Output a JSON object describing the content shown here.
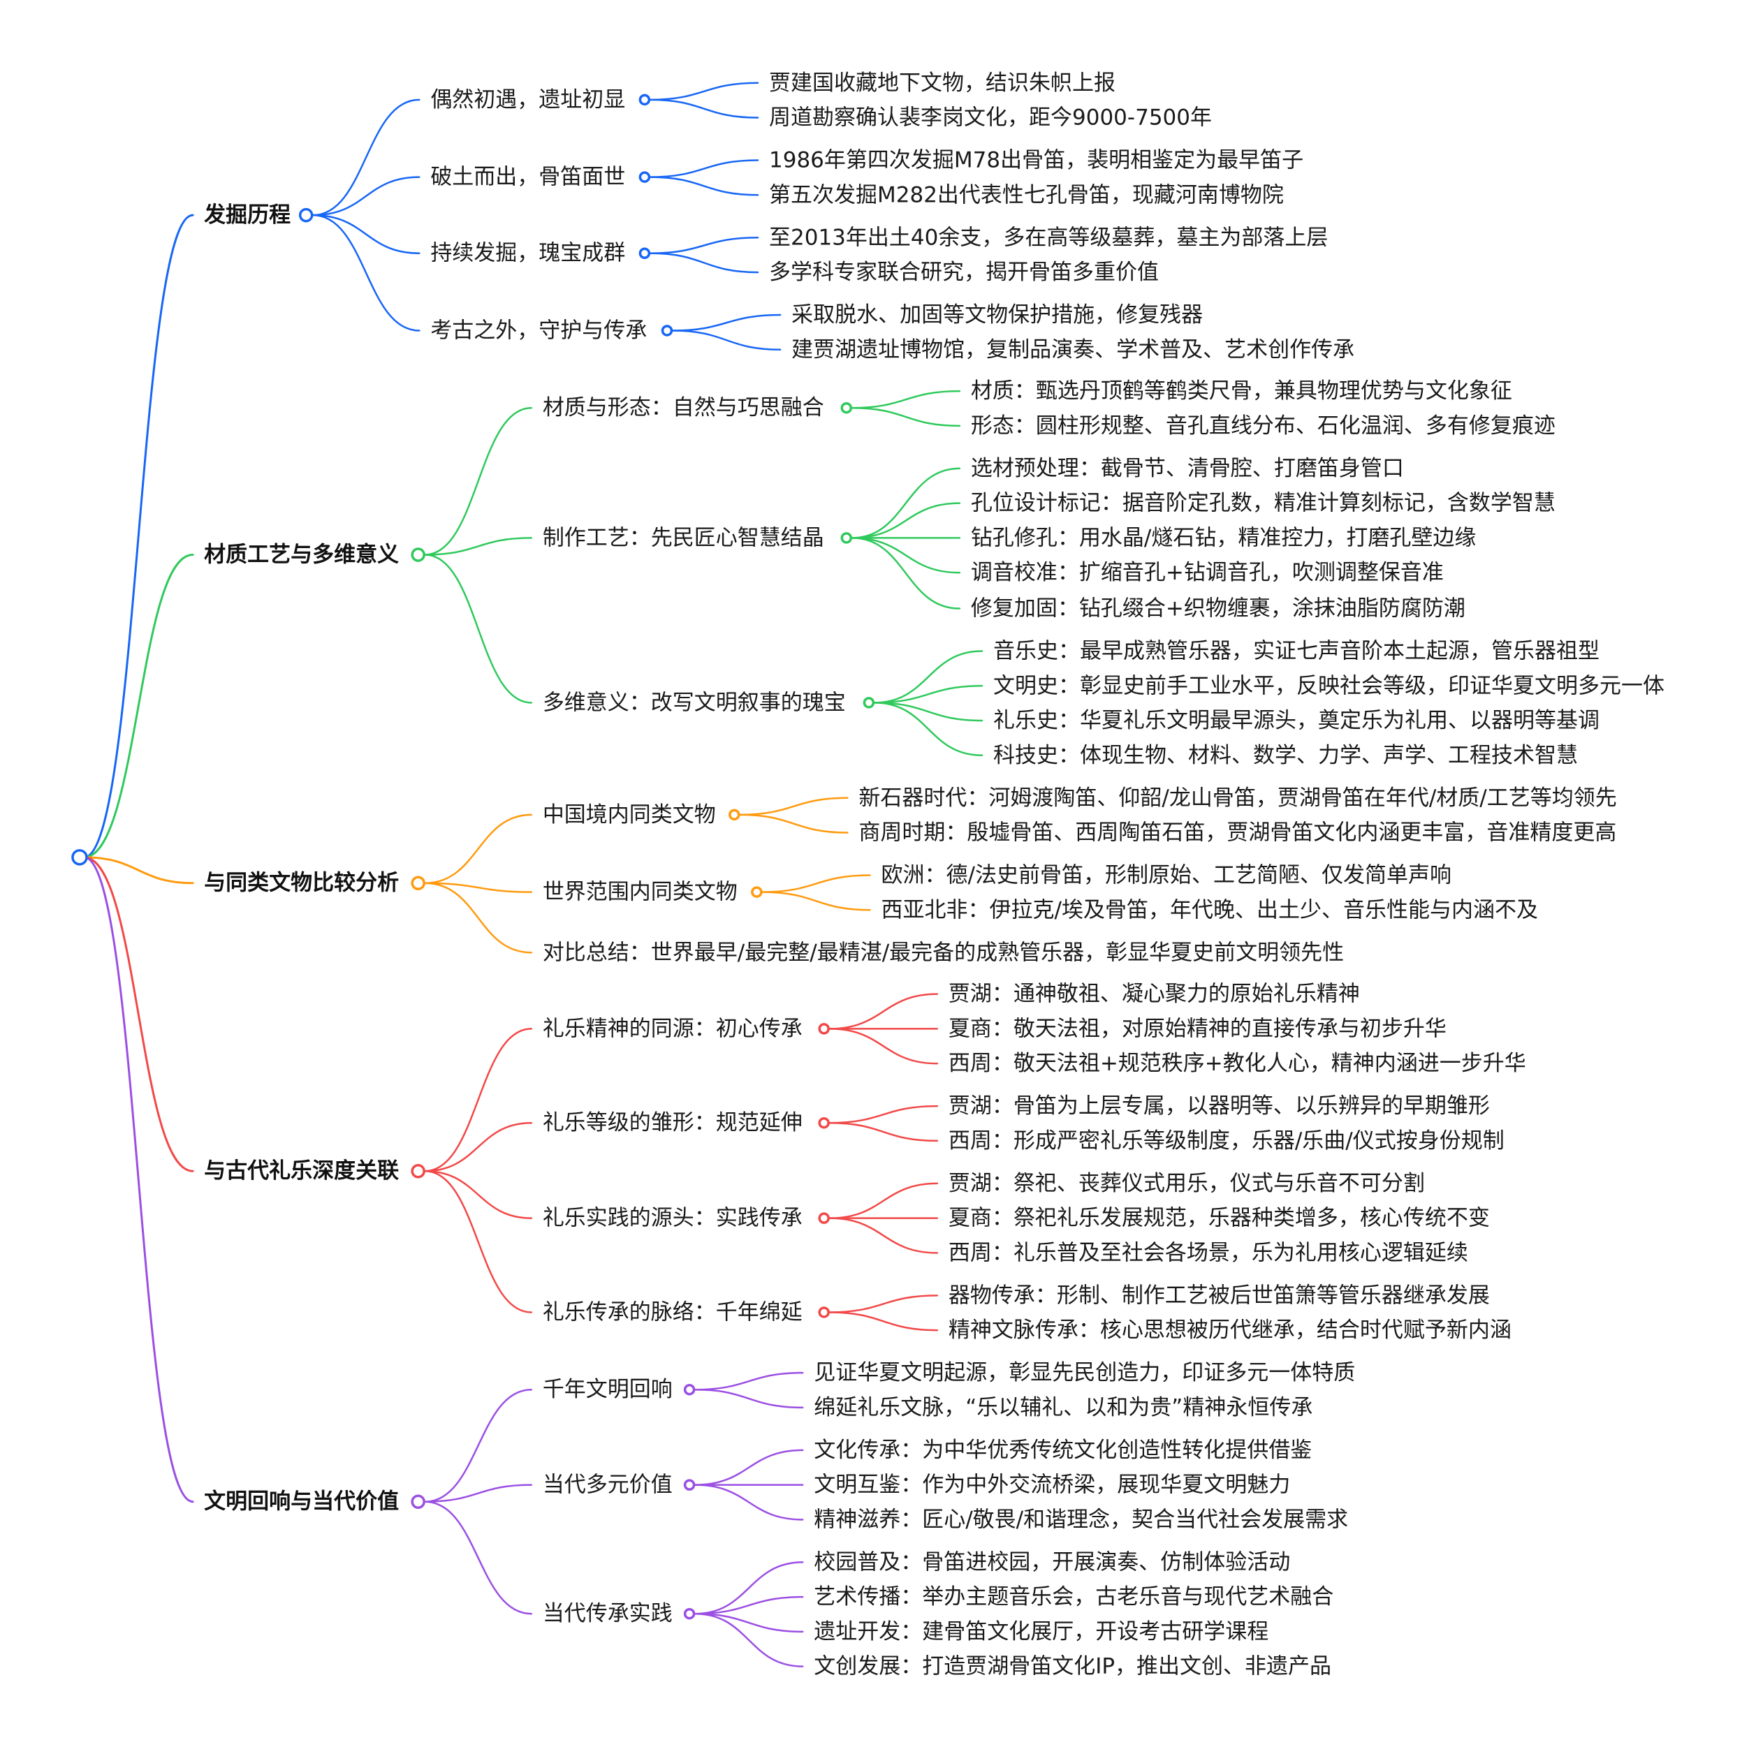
{
  "root": {
    "color": "#1766f5"
  },
  "branches": [
    {
      "label": "发掘历程",
      "color": "#1766f5",
      "children": [
        {
          "label": "偶然初遇，遗址初显",
          "children": [
            "贾建国收藏地下文物，结识朱帜上报",
            "周道勘察确认裴李岗文化，距今9000-7500年"
          ]
        },
        {
          "label": "破土而出，骨笛面世",
          "children": [
            "1986年第四次发掘M78出骨笛，裴明相鉴定为最早笛子",
            "第五次发掘M282出代表性七孔骨笛，现藏河南博物院"
          ]
        },
        {
          "label": "持续发掘，瑰宝成群",
          "children": [
            "至2013年出土40余支，多在高等级墓葬，墓主为部落上层",
            "多学科专家联合研究，揭开骨笛多重价值"
          ]
        },
        {
          "label": "考古之外，守护与传承",
          "children": [
            "采取脱水、加固等文物保护措施，修复残器",
            "建贾湖遗址博物馆，复制品演奏、学术普及、艺术创作传承"
          ]
        }
      ]
    },
    {
      "label": "材质工艺与多维意义",
      "color": "#2fc95c",
      "children": [
        {
          "label": "材质与形态：自然与巧思融合",
          "children": [
            "材质：甄选丹顶鹤等鹤类尺骨，兼具物理优势与文化象征",
            "形态：圆柱形规整、音孔直线分布、石化温润、多有修复痕迹"
          ]
        },
        {
          "label": "制作工艺：先民匠心智慧结晶",
          "children": [
            "选材预处理：截骨节、清骨腔、打磨笛身管口",
            "孔位设计标记：据音阶定孔数，精准计算刻标记，含数学智慧",
            "钻孔修孔：用水晶/燧石钻，精准控力，打磨孔壁边缘",
            "调音校准：扩缩音孔+钻调音孔，吹测调整保音准",
            "修复加固：钻孔缀合+织物缠裹，涂抹油脂防腐防潮"
          ]
        },
        {
          "label": "多维意义：改写文明叙事的瑰宝",
          "children": [
            "音乐史：最早成熟管乐器，实证七声音阶本土起源，管乐器祖型",
            "文明史：彰显史前手工业水平，反映社会等级，印证华夏文明多元一体",
            "礼乐史：华夏礼乐文明最早源头，奠定乐为礼用、以器明等基调",
            "科技史：体现生物、材料、数学、力学、声学、工程技术智慧"
          ]
        }
      ]
    },
    {
      "label": "与同类文物比较分析",
      "color": "#ff9a0e",
      "children": [
        {
          "label": "中国境内同类文物",
          "children": [
            "新石器时代：河姆渡陶笛、仰韶/龙山骨笛，贾湖骨笛在年代/材质/工艺等均领先",
            "商周时期：殷墟骨笛、西周陶笛石笛，贾湖骨笛文化内涵更丰富，音准精度更高"
          ]
        },
        {
          "label": "世界范围内同类文物",
          "children": [
            "欧洲：德/法史前骨笛，形制原始、工艺简陋、仅发简单声响",
            "西亚北非：伊拉克/埃及骨笛，年代晚、出土少、音乐性能与内涵不及"
          ]
        },
        {
          "label": "对比总结：世界最早/最完整/最精湛/最完备的成熟管乐器，彰显华夏史前文明领先性",
          "children": []
        }
      ]
    },
    {
      "label": "与古代礼乐深度关联",
      "color": "#f24848",
      "children": [
        {
          "label": "礼乐精神的同源：初心传承",
          "children": [
            "贾湖：通神敬祖、凝心聚力的原始礼乐精神",
            "夏商：敬天法祖，对原始精神的直接传承与初步升华",
            "西周：敬天法祖+规范秩序+教化人心，精神内涵进一步升华"
          ]
        },
        {
          "label": "礼乐等级的雏形：规范延伸",
          "children": [
            "贾湖：骨笛为上层专属，以器明等、以乐辨异的早期雏形",
            "西周：形成严密礼乐等级制度，乐器/乐曲/仪式按身份规制"
          ]
        },
        {
          "label": "礼乐实践的源头：实践传承",
          "children": [
            "贾湖：祭祀、丧葬仪式用乐，仪式与乐音不可分割",
            "夏商：祭祀礼乐发展规范，乐器种类增多，核心传统不变",
            "西周：礼乐普及至社会各场景，乐为礼用核心逻辑延续"
          ]
        },
        {
          "label": "礼乐传承的脉络：千年绵延",
          "children": [
            "器物传承：形制、制作工艺被后世笛箫等管乐器继承发展",
            "精神文脉传承：核心思想被历代继承，结合时代赋予新内涵"
          ]
        }
      ]
    },
    {
      "label": "文明回响与当代价值",
      "color": "#9b4fe3",
      "children": [
        {
          "label": "千年文明回响",
          "children": [
            "见证华夏文明起源，彰显先民创造力，印证多元一体特质",
            "绵延礼乐文脉，“乐以辅礼、以和为贵”精神永恒传承"
          ]
        },
        {
          "label": "当代多元价值",
          "children": [
            "文化传承：为中华优秀传统文化创造性转化提供借鉴",
            "文明互鉴：作为中外交流桥梁，展现华夏文明魅力",
            "精神滋养：匠心/敬畏/和谐理念，契合当代社会发展需求"
          ]
        },
        {
          "label": "当代传承实践",
          "children": [
            "校园普及：骨笛进校园，开展演奏、仿制体验活动",
            "艺术传播：举办主题音乐会，古老乐音与现代艺术融合",
            "遗址开发：建骨笛文化展厅，开设考古研学课程",
            "文创发展：打造贾湖骨笛文化IP，推出文创、非遗产品"
          ]
        }
      ]
    }
  ]
}
